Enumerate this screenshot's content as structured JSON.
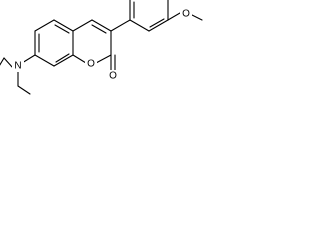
{
  "structure": {
    "atoms": {
      "nitrogen": "N",
      "ring_oxygen": "O",
      "carbonyl_oxygen": "O",
      "methoxy_oxygen": "O"
    }
  }
}
